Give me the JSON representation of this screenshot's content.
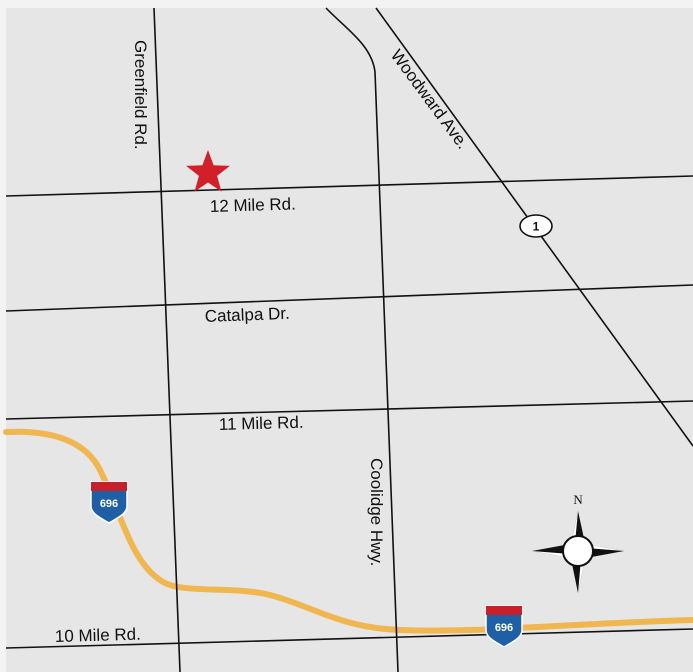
{
  "map": {
    "roads": {
      "greenfield": "Greenfield Rd.",
      "woodward": "Woodward Ave.",
      "twelve_mile": "12 Mile Rd.",
      "catalpa": "Catalpa Dr.",
      "eleven_mile": "11 Mile Rd.",
      "coolidge": "Coolidge Hwy.",
      "ten_mile": "10 Mile Rd."
    },
    "shields": {
      "interstate_north": "696",
      "interstate_south": "696",
      "route": "1"
    },
    "compass": {
      "north_label": "N"
    },
    "marker": {
      "icon": "star-icon",
      "color": "#d2202a"
    },
    "colors": {
      "background": "#e6e6e6",
      "highway": "#f0b64f",
      "interstate_blue": "#1f5fa6",
      "interstate_red": "#c8202b"
    }
  }
}
